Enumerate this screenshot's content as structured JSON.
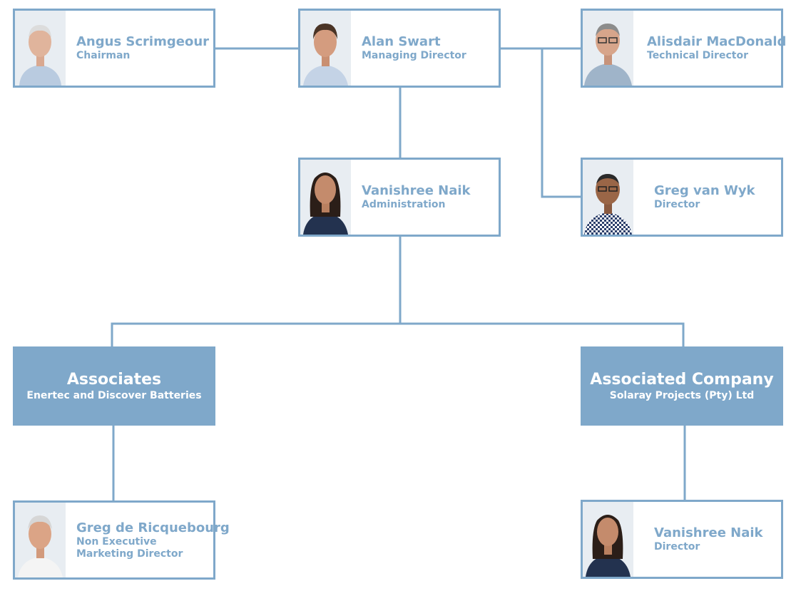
{
  "colors": {
    "accent": "#7fa8ca",
    "text_on_accent": "#ffffff"
  },
  "people": {
    "angus": {
      "name": "Angus Scrimgeour",
      "role": "Chairman",
      "portrait": "portrait-older-man-icon"
    },
    "alan": {
      "name": "Alan Swart",
      "role": "Managing Director",
      "portrait": "portrait-man-icon"
    },
    "alisdair": {
      "name": "Alisdair MacDonald",
      "role": "Technical Director",
      "portrait": "portrait-man-glasses-icon"
    },
    "vanishree": {
      "name": "Vanishree Naik",
      "role": "Administration",
      "portrait": "portrait-woman-icon"
    },
    "greg_vw": {
      "name": "Greg van Wyk",
      "role": "Director",
      "portrait": "portrait-man-glasses-icon"
    },
    "greg_dr": {
      "name": "Greg de Ricquebourg",
      "role": "Non Executive Marketing Director",
      "portrait": "portrait-older-man-icon"
    },
    "vanishree2": {
      "name": "Vanishree Naik",
      "role": "Director",
      "portrait": "portrait-woman-icon"
    }
  },
  "groups": {
    "associates": {
      "title": "Associates",
      "subtitle": "Enertec and Discover Batteries"
    },
    "associated_company": {
      "title": "Associated Company",
      "subtitle": "Solaray Projects (Pty) Ltd"
    }
  }
}
